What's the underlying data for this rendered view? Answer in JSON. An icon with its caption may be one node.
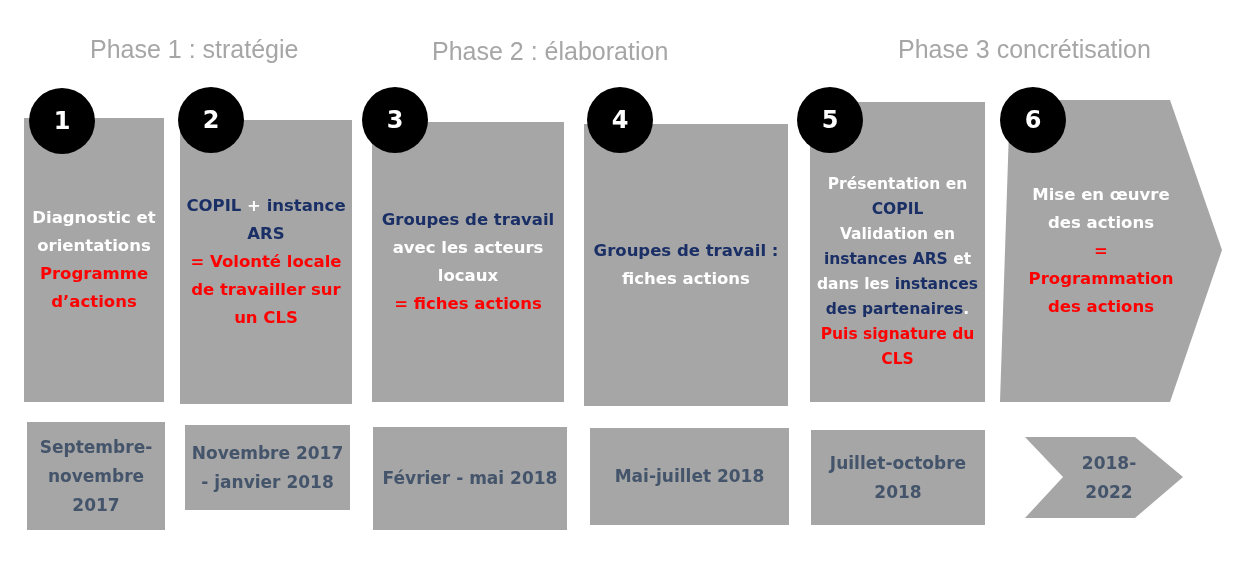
{
  "diagram": {
    "nodes": [
      {
        "text": [
          "1"
        ]
      },
      {
        "text": [
          "Diagnostic et orientations",
          "Programme d’actions"
        ]
      },
      {
        "text": [
          "Septembre-novembre 2017"
        ]
      },
      {
        "text": [
          "2"
        ]
      },
      {
        "text": [
          "COPIL",
          "+",
          "instance ARS",
          "= Volonté locale de travailler sur un CLS"
        ]
      },
      {
        "text": [
          "Novembre 2017 - janvier 2018"
        ]
      },
      {
        "text": [
          "3"
        ]
      },
      {
        "text": [
          "Groupes de travail",
          "avec les acteurs locaux",
          "= fiches actions"
        ]
      },
      {
        "text": [
          "Février - mai 2018"
        ]
      },
      {
        "text": [
          "4"
        ]
      },
      {
        "text": [
          "Groupes de travail :",
          "fiches actions"
        ]
      },
      {
        "text": [
          "Mai-juillet 2018"
        ]
      },
      {
        "text": [
          "5"
        ]
      },
      {
        "text": [
          "Présentation en",
          "COPIL",
          "Validation en",
          "instances ARS",
          "et",
          "dans les",
          "instances des partenaires",
          ".",
          "Puis signature du CLS"
        ]
      },
      {
        "text": [
          "Juillet-octobre 2018"
        ]
      },
      {
        "text": [
          "6"
        ]
      },
      {
        "text": [
          "Mise en œuvre des actions",
          "=",
          "Programmation des actions"
        ]
      },
      {
        "text": [
          "2018-2022"
        ]
      }
    ],
    "edges": [],
    "labels": [
      "Phase 1 : stratégie",
      "Phase 2 : élaboration",
      "Phase 3 concrétisation"
    ]
  }
}
